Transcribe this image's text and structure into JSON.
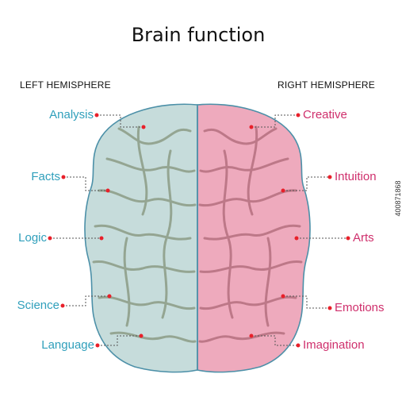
{
  "title": "Brain function",
  "left_heading": "LEFT HEMISPHERE",
  "right_heading": "RIGHT HEMISPHERE",
  "left_functions": [
    "Analysis",
    "Facts",
    "Logic",
    "Science",
    "Language"
  ],
  "right_functions": [
    "Creative",
    "Intuition",
    "Arts",
    "Emotions",
    "Imagination"
  ],
  "watermark": "400871868",
  "colors": {
    "left_hemisphere": "#c6dcdb",
    "right_hemisphere": "#eeaabd",
    "left_text": "#2f9fbb",
    "right_text": "#cf2f6c",
    "marker": "#e8202a"
  }
}
